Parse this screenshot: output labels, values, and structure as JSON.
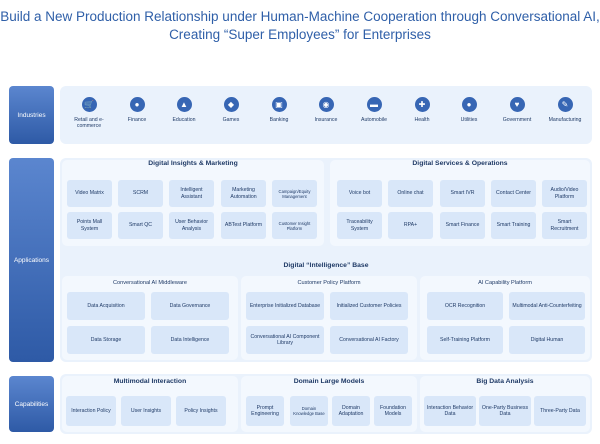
{
  "title": {
    "line1": "Build a New Production Relationship under Human-Machine Cooperation through Conversational AI,",
    "line2": "Creating “Super Employees” for Enterprises"
  },
  "labels": {
    "industries": "Industries",
    "applications": "Applications",
    "capabilities": "Capabilities"
  },
  "industries": [
    {
      "name": "Retail and e-commerce",
      "icon": "cart-icon"
    },
    {
      "name": "Finance",
      "icon": "coin-icon"
    },
    {
      "name": "Education",
      "icon": "graduation-cap-icon"
    },
    {
      "name": "Games",
      "icon": "gamepad-icon"
    },
    {
      "name": "Banking",
      "icon": "bank-icon"
    },
    {
      "name": "Insurance",
      "icon": "camera-icon"
    },
    {
      "name": "Automobile",
      "icon": "car-icon"
    },
    {
      "name": "Health",
      "icon": "medical-icon"
    },
    {
      "name": "Utilities",
      "icon": "drop-icon"
    },
    {
      "name": "Government",
      "icon": "heart-icon"
    },
    {
      "name": "Manufacturing",
      "icon": "tool-icon"
    }
  ],
  "applications": {
    "digital_insights": {
      "title": "Digital Insights & Marketing",
      "row1": [
        "Video Matrix",
        "SCRM",
        "Intelligent Assistant",
        "Marketing Automation",
        "Campaign/Equity Management"
      ],
      "row2": [
        "Points Mall System",
        "Smart QC",
        "User Behavior Analysis",
        "ABTest Platform",
        "Customer Insight Platform"
      ]
    },
    "digital_services": {
      "title": "Digital Services & Operations",
      "row1": [
        "Voice bot",
        "Online chat",
        "Smart IVR",
        "Contact Center",
        "Audio/Video Platform"
      ],
      "row2": [
        "Traceability System",
        "RPA+",
        "Smart Finance",
        "Smart Training",
        "Smart Recruitment"
      ]
    },
    "intelligence_base": {
      "title": "Digital “Intelligence” Base",
      "middleware": {
        "title": "Conversational AI Middleware",
        "boxes": [
          "Data Acquisition",
          "Data Governance",
          "Data Storage",
          "Data Intelligence"
        ]
      },
      "customer_policy": {
        "title": "Customer Policy Platform",
        "boxes": [
          "Enterprise Initialized Database",
          "Initialized Customer Policies",
          "Conversational AI Component Library",
          "Conversational AI Factory"
        ]
      },
      "ai_capability": {
        "title": "AI Capability Platform",
        "boxes": [
          "OCR Recognition",
          "Multimodal Anti-Counterfeiting",
          "Self-Training Platform",
          "Digital Human"
        ]
      }
    }
  },
  "capabilities": {
    "multimodal": {
      "title": "Multimodal Interaction",
      "boxes": [
        "Interaction Policy",
        "User Insights",
        "Policy Insights"
      ]
    },
    "domain_models": {
      "title": "Domain Large Models",
      "boxes": [
        "Prompt Engineering",
        "Domain Knowledge Base",
        "Domain Adaptation",
        "Foundation Models"
      ]
    },
    "big_data": {
      "title": "Big Data Analysis",
      "boxes": [
        "Interaction Behavior Data",
        "One-Party Business Data",
        "Three-Party Data"
      ]
    }
  }
}
